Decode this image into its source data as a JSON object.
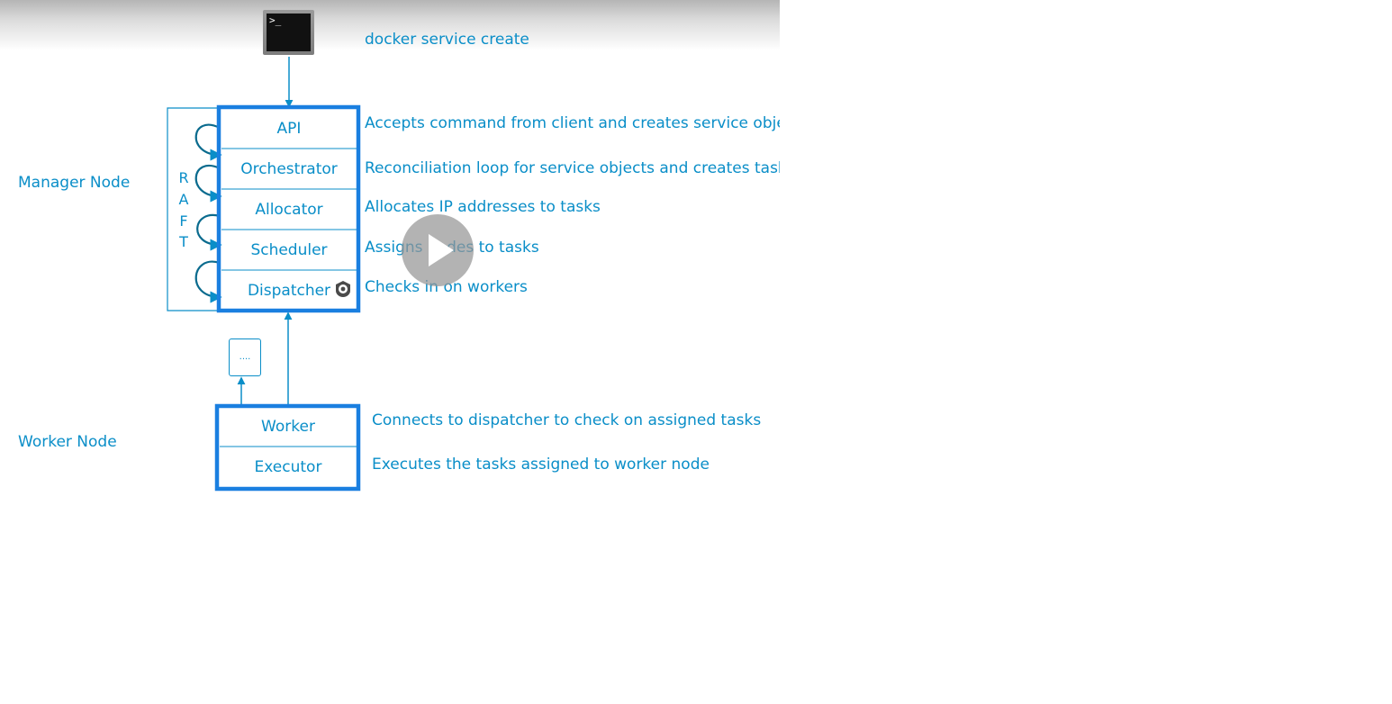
{
  "terminal": {
    "icon": "terminal-icon",
    "prompt": ">_"
  },
  "command": {
    "label": "docker service create"
  },
  "manager_node": {
    "label": "Manager Node",
    "raft_letters": [
      "R",
      "A",
      "F",
      "T"
    ],
    "components": [
      {
        "name": "API",
        "description": "Accepts command from client and creates service object"
      },
      {
        "name": "Orchestrator",
        "description": "Reconciliation loop for service objects and creates tasks"
      },
      {
        "name": "Allocator",
        "description": "Allocates IP addresses to tasks"
      },
      {
        "name": "Scheduler",
        "description": "Assigns nodes to tasks"
      },
      {
        "name": "Dispatcher",
        "description": "Checks in on workers"
      }
    ]
  },
  "worker_node": {
    "label": "Worker Node",
    "components": [
      {
        "name": "Worker",
        "description": "Connects to dispatcher to check on assigned tasks"
      },
      {
        "name": "Executor",
        "description": "Executes the tasks assigned to worker node"
      }
    ]
  },
  "message_box": {
    "label": "...."
  },
  "player": {
    "play_icon": "play-icon"
  },
  "colors": {
    "accent": "#0a8ec8",
    "box_border": "#1a7fe0"
  }
}
